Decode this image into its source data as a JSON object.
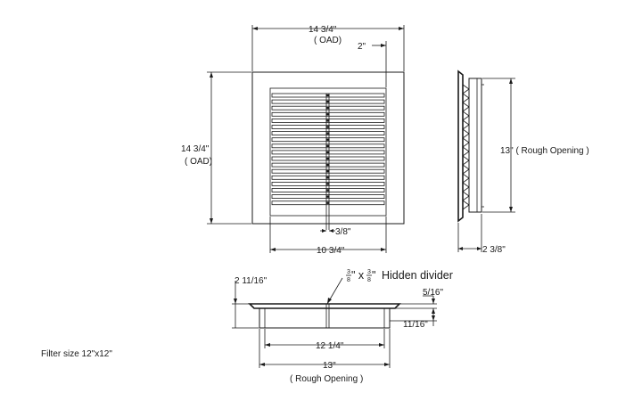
{
  "front_view": {
    "overall_width": "14 3/4\"",
    "overall_width_note": "( OAD)",
    "overall_height": "14 3/4\"",
    "overall_height_note": "( OAD)",
    "border_width": "2\"",
    "center_bar": "3/8\"",
    "louver_width": "10 3/4\""
  },
  "side_view": {
    "rough_opening": "13\" ( Rough Opening )",
    "depth": "2 3/8\""
  },
  "section_view": {
    "depth": "2 11/16\"",
    "divider_frac_num": "3",
    "divider_frac_den": "8",
    "divider_x": "\" x ",
    "divider_end": "\"",
    "divider_label": "Hidden divider",
    "flange": "5/16\"",
    "flange_depth": "11/16\"",
    "inner_width": "12 1/4\"",
    "rough_width": "13\"",
    "rough_note": "( Rough Opening )"
  },
  "notes": {
    "filter_size": "Filter size 12\"x12\""
  }
}
